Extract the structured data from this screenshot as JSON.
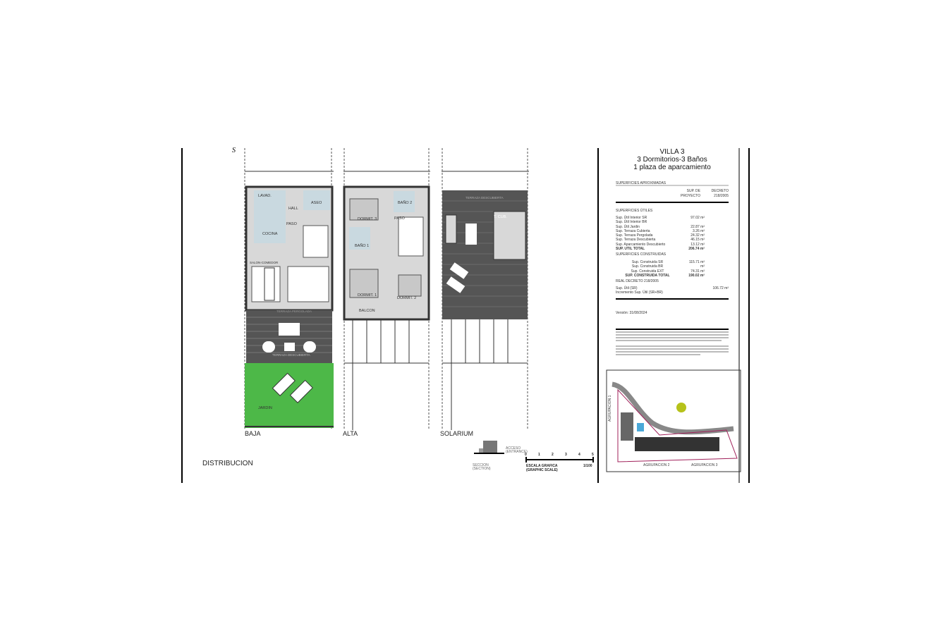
{
  "sheet": {
    "title": "DISTRIBUCION",
    "corner_mark": "S"
  },
  "plans": [
    {
      "label": "BAJA",
      "rooms": [
        "LAVAD.",
        "HALL",
        "ASEO",
        "PASO",
        "COCINA",
        "SALON-COMEDOR",
        "TERRAZA PERGOLADA",
        "TERRAZA DESCUBIERTA",
        "JARDIN"
      ]
    },
    {
      "label": "ALTA",
      "rooms": [
        "BAÑO 2",
        "DORMIT. 3",
        "PASO",
        "BAÑO 1",
        "DORMIT. 1",
        "DORMIT. 2",
        "BALCON"
      ]
    },
    {
      "label": "SOLARIUM",
      "rooms": [
        "TERRAZA DESCUBIERTA",
        "T. CUB."
      ]
    }
  ],
  "section": {
    "label": "SECCION",
    "label_en": "(SECTION)",
    "access": "ACCESO",
    "access_en": "(ENTRANCE)"
  },
  "scale": {
    "ticks": [
      "0",
      "1",
      "2",
      "3",
      "4",
      "5"
    ],
    "label": "ESCALA GRAFICA",
    "label_en": "(GRAPHIC SCALE)",
    "ratio": "1/100"
  },
  "panel": {
    "title": "VILLA 3",
    "subtitle1": "3 Dormitorios-3 Baños",
    "subtitle2": "1 plaza de aparcamiento",
    "section_heading": "SUPERFICIES APROXIMADAS",
    "col1": [
      "SUP. DE",
      "PROYECTO"
    ],
    "col2": [
      "DECRETO",
      "218/2005"
    ],
    "utiles_heading": "SUPERFICIES ÚTILES",
    "utiles": [
      {
        "label": "Sup. Útil Interior SR",
        "value": "97.02 m²"
      },
      {
        "label": "Sup. Útil Interior BR",
        "value": ""
      },
      {
        "label": "Sup. Útil Jardin",
        "value": "22.87 m²"
      },
      {
        "label": "Sup. Terraza Cubierta",
        "value": "3.26 m²"
      },
      {
        "label": "Sup. Terraza Pergolada",
        "value": "24.32 m²"
      },
      {
        "label": "Sup. Terraza Descubierta",
        "value": "46.15 m²"
      },
      {
        "label": "Sup. Aparcamiento Descubierto",
        "value": "13.12 m²"
      }
    ],
    "util_total": {
      "label": "SUP. UTIL TOTAL",
      "value": "206.74 m²"
    },
    "construidas_heading": "SUPERFICIES CONSTRUIDAS",
    "construidas": [
      {
        "label": "Sup. Construida SR",
        "value": "115.71 m²"
      },
      {
        "label": "Sup. Construida BR",
        "value": "m²"
      },
      {
        "label": "Sup. Construida EXT",
        "value": "74.31 m²"
      }
    ],
    "construida_total": {
      "label": "SUP. CONSTRUIDA TOTAL",
      "value": "190.02 m²"
    },
    "decreto_heading": "REAL DECRETO 218/2005",
    "decreto": [
      {
        "label": "Sup. Útil (SR)",
        "value": "106.72 m²"
      },
      {
        "label": "Incremento Sup. Útil (SR+BR)",
        "value": ""
      }
    ],
    "version": "Versión: 31/08/2024"
  },
  "site_plan": {
    "labels": [
      "AGRUPACION 1",
      "AGRUPACION 2",
      "AGRUPACION 3"
    ],
    "boundary_color": "#a0205a"
  },
  "colors": {
    "garden": "#4db848",
    "terrace": "#555555",
    "wet_rooms": "#c9d9e0",
    "floor": "#d8d8d8"
  }
}
